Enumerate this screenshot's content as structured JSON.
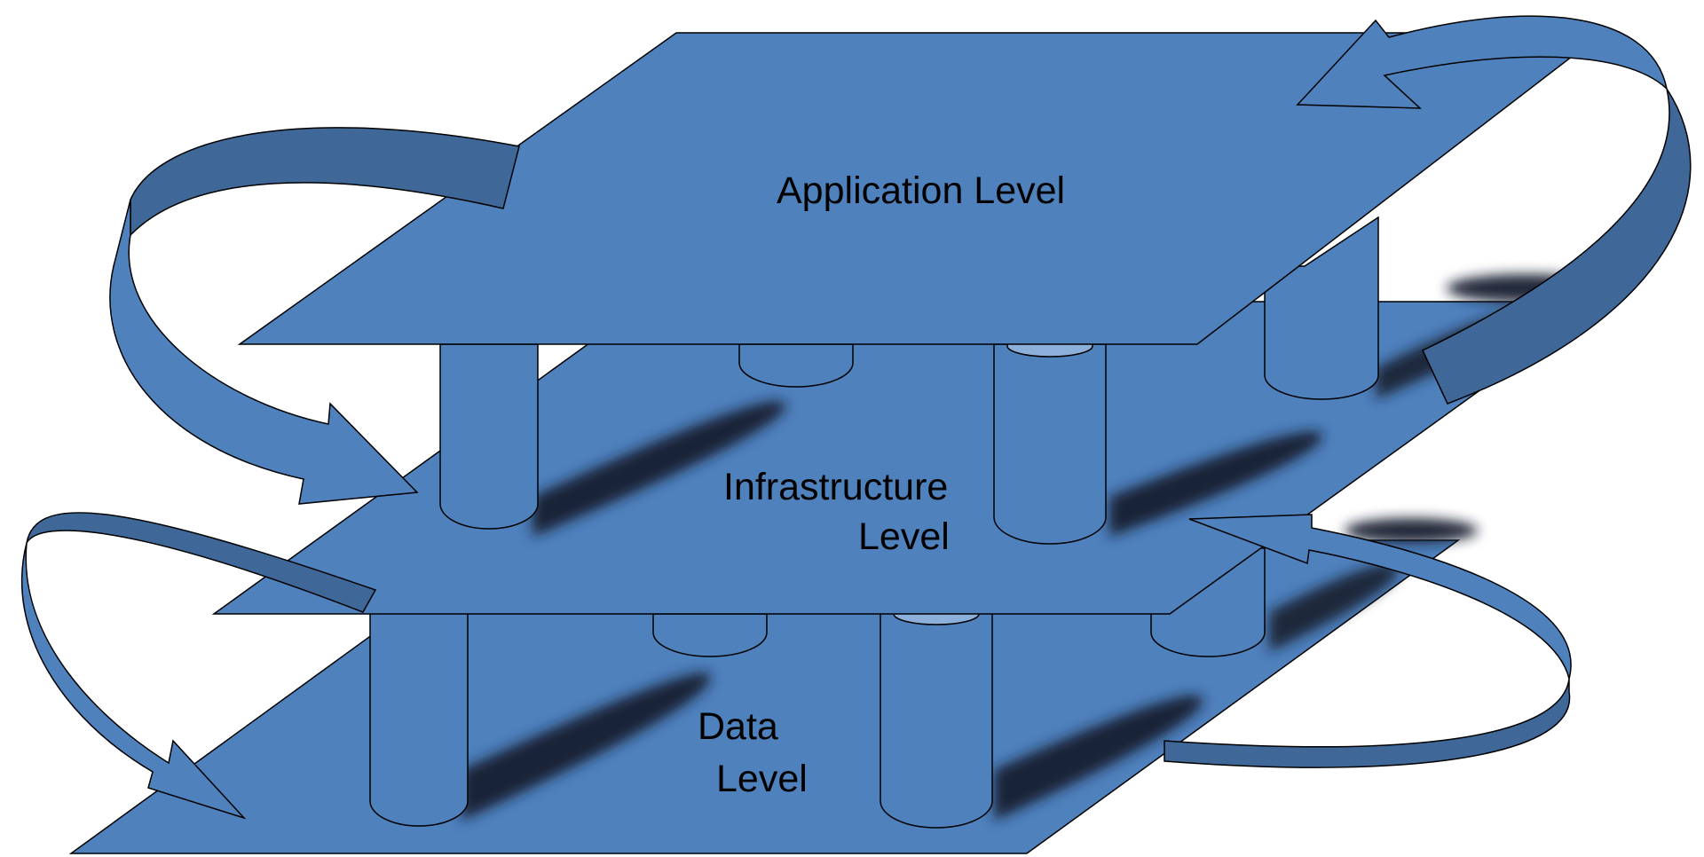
{
  "diagram": {
    "levels": {
      "application": {
        "lines": [
          "Application Level"
        ]
      },
      "infrastructure": {
        "lines": [
          "Infrastructure",
          "Level"
        ]
      },
      "data": {
        "lines": [
          "Data",
          "Level"
        ]
      }
    }
  },
  "colors": {
    "plate": "#4f81bd",
    "arrow_face": "#4f81bd",
    "arrow_side": "#3f6898",
    "cylinder_cap": "#8db0db",
    "shadow": "#15202f",
    "outline": "#000000"
  }
}
